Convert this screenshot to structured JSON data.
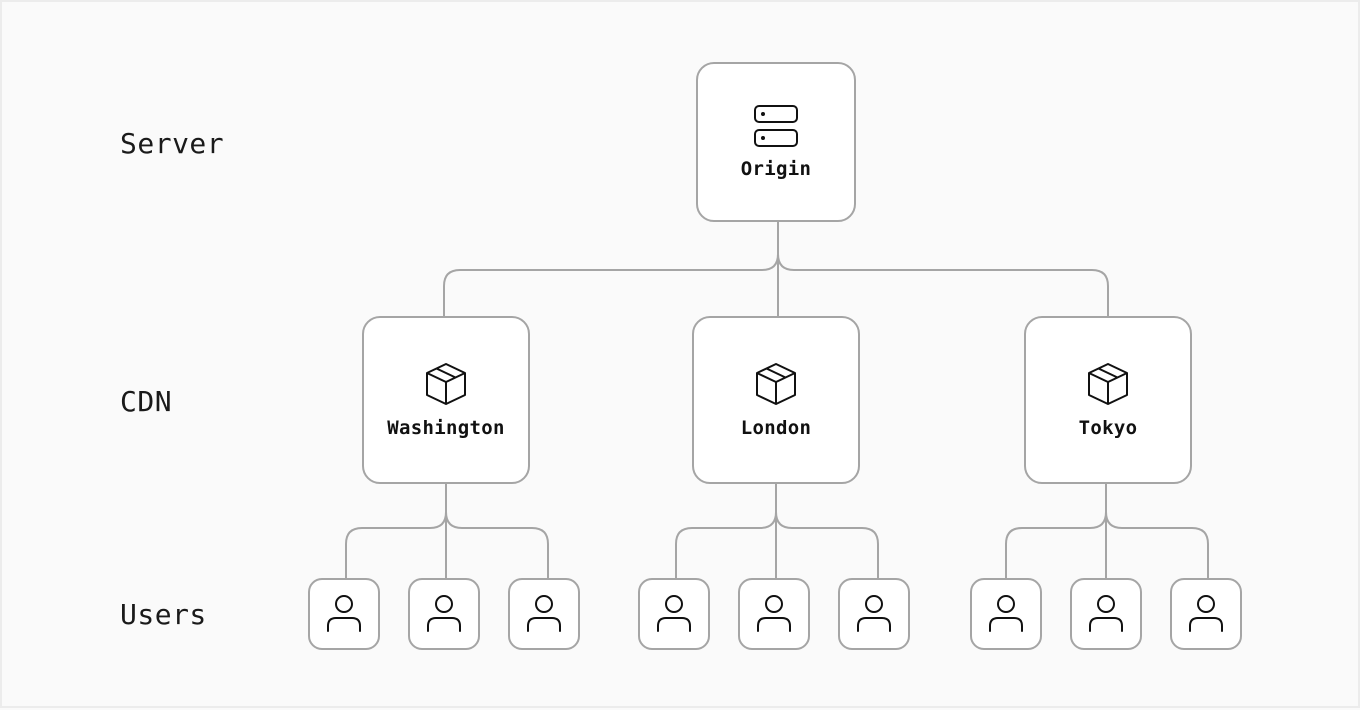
{
  "tiers": {
    "server": "Server",
    "cdn": "CDN",
    "users": "Users"
  },
  "origin": {
    "label": "Origin",
    "icon": "server-icon"
  },
  "cdn_nodes": [
    {
      "label": "Washington",
      "icon": "package-icon"
    },
    {
      "label": "London",
      "icon": "package-icon"
    },
    {
      "label": "Tokyo",
      "icon": "package-icon"
    }
  ],
  "users": {
    "per_cdn": 3,
    "icon": "user-icon"
  },
  "colors": {
    "line": "#a5a5a5",
    "node_border": "#a5a5a5",
    "icon": "#111111",
    "background": "#fafafa"
  }
}
